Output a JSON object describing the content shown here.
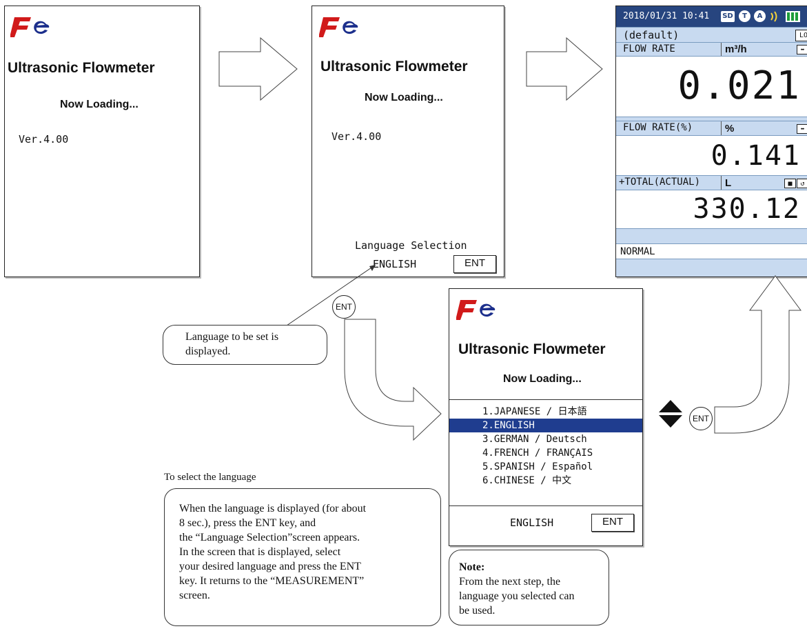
{
  "brand": "Ultrasonic Flowmeter",
  "loading": "Now Loading...",
  "version": "Ver.4.00",
  "screen2": {
    "language_selection_label": "Language Selection",
    "current_language": "ENGLISH",
    "ent_label": "ENT"
  },
  "measurement": {
    "datetime": "2018/01/31 10:41",
    "status_icons": [
      "SD",
      "T",
      "A",
      "signal",
      "battery"
    ],
    "profile": "(default)",
    "log_button": "LOG",
    "rows": [
      {
        "label": "FLOW RATE",
        "unit": "m³/h",
        "value": "0.021"
      },
      {
        "label": "FLOW RATE(%)",
        "unit": "%",
        "value": "0.141"
      },
      {
        "label": "+TOTAL(ACTUAL)",
        "unit": "L",
        "value": "330.12"
      }
    ],
    "status": "NORMAL",
    "accent_color": "#c8daf0"
  },
  "language_screen": {
    "items": [
      "1.JAPANESE / 日本語",
      "2.ENGLISH",
      "3.GERMAN / Deutsch",
      "4.FRENCH / FRANÇAIS",
      "5.SPANISH / Español",
      "6.CHINESE / 中文"
    ],
    "selected_index": 1,
    "current_language": "ENGLISH",
    "ent_label": "ENT",
    "highlight_color": "#1f3d8f"
  },
  "keys": {
    "ent_key_1": "ENT",
    "ent_key_2": "ENT"
  },
  "callouts": {
    "language_displayed_line1": "Language to be set is",
    "language_displayed_line2": "displayed.",
    "select_heading": "To select the language",
    "select_lines": [
      "When the language is displayed (for about",
      "8 sec.), press the ENT key, and",
      "the “Language Selection”screen appears.",
      "In the screen that is displayed, select",
      "your desired language and press the ENT",
      "key.  It returns to the “MEASUREMENT”",
      "screen."
    ],
    "note_title": "Note:",
    "note_lines": [
      "From the next step, the",
      "language you selected can",
      "be used."
    ]
  }
}
